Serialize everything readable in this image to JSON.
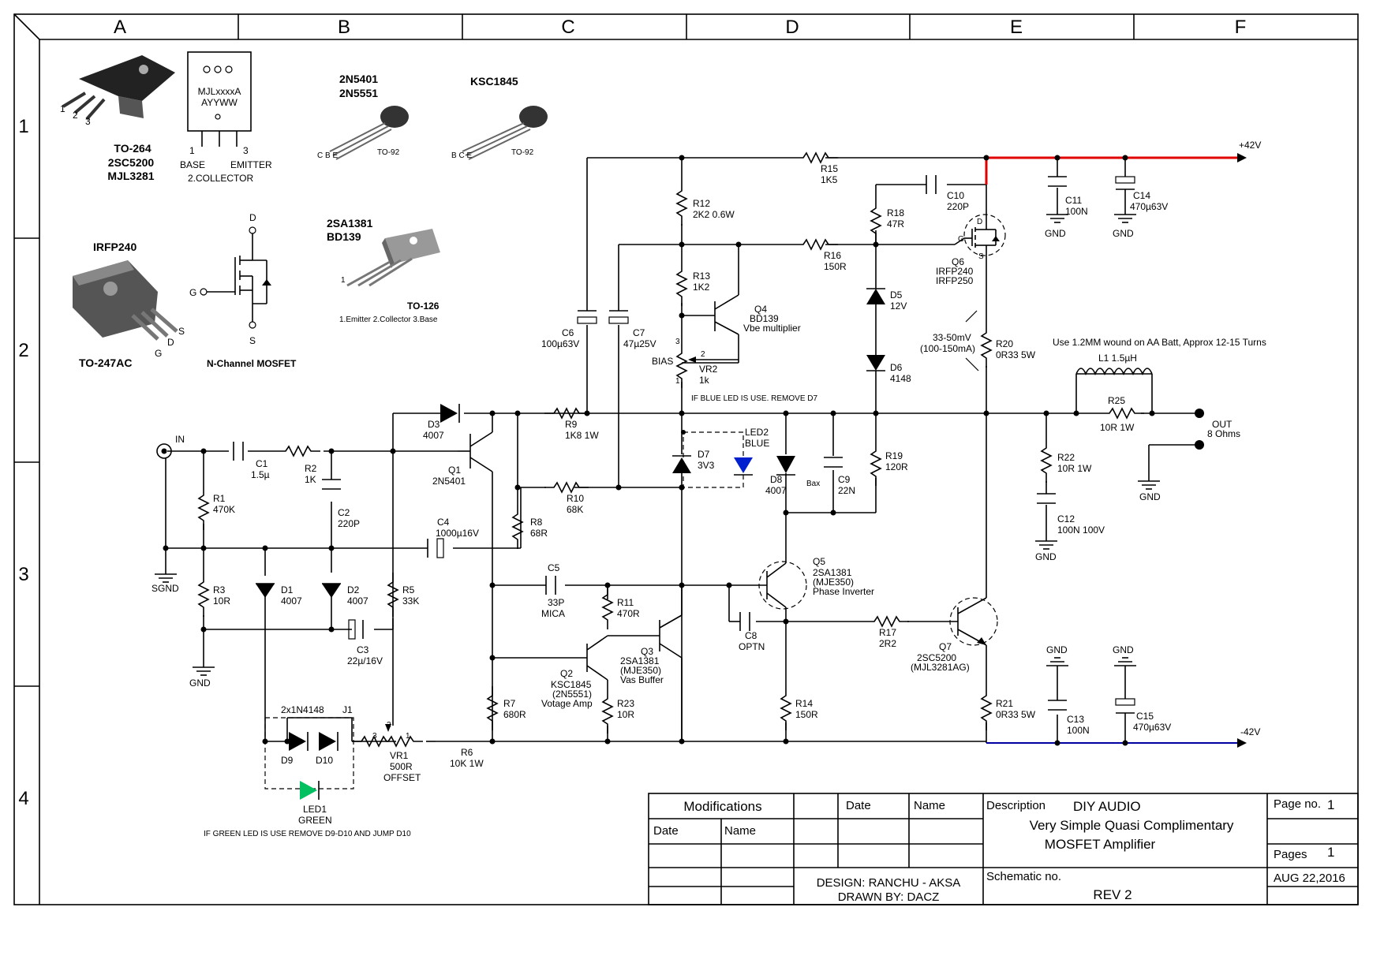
{
  "frame": {
    "columns": [
      "A",
      "B",
      "C",
      "D",
      "E",
      "F"
    ],
    "rows": [
      "1",
      "2",
      "3",
      "4"
    ]
  },
  "packages": {
    "to264": {
      "title": "TO-264",
      "line1": "2SC5200",
      "line2": "MJL3281",
      "pin_numbers": [
        "1",
        "2",
        "3"
      ],
      "chip_text1": "MJLxxxxA",
      "chip_text2": "AYYWW",
      "base": "BASE",
      "emitter": "EMITTER",
      "collector": "2.COLLECTOR",
      "base_num": "1",
      "emitter_num": "3"
    },
    "to92a": {
      "title1": "2N5401",
      "title2": "2N5551",
      "pkg": "TO-92",
      "pins": "C B E"
    },
    "to92b": {
      "title": "KSC1845",
      "pkg": "TO-92",
      "pins": "B C E"
    },
    "irfp": {
      "title": "IRFP240",
      "pkg": "TO-247AC",
      "g": "G",
      "d": "D",
      "s": "S"
    },
    "mosfet_sym": {
      "caption": "N-Channel MOSFET",
      "g": "G",
      "d": "D",
      "s": "S"
    },
    "to126": {
      "title1": "2SA1381",
      "title2": "BD139",
      "pkg": "TO-126",
      "pinout": "1.Emitter  2.Collector  3.Base",
      "pin1": "1"
    }
  },
  "components": {
    "in": "IN",
    "sgnd": "SGND",
    "gnd": "GND",
    "c1": [
      "C1",
      "1.5µ"
    ],
    "r2": [
      "R2",
      "1K"
    ],
    "r1": [
      "R1",
      "470K"
    ],
    "c2": [
      "C2",
      "220P"
    ],
    "c4": [
      "C4",
      "1000µ16V"
    ],
    "r3": [
      "R3",
      "10R"
    ],
    "d1": [
      "D1",
      "4007"
    ],
    "d2": [
      "D2",
      "4007"
    ],
    "c3": [
      "C3",
      "22µ/16V"
    ],
    "r5": [
      "R5",
      "33K"
    ],
    "d3": [
      "D3",
      "4007"
    ],
    "q1": [
      "Q1",
      "2N5401"
    ],
    "r8": [
      "R8",
      "68R"
    ],
    "r9": [
      "R9",
      "1K8 1W"
    ],
    "r10": [
      "R10",
      "68K"
    ],
    "r7": [
      "R7",
      "680R"
    ],
    "c5": [
      "C5",
      "33P",
      "MICA"
    ],
    "r11": [
      "R11",
      "470R"
    ],
    "q2": [
      "Q2",
      "KSC1845",
      "(2N5551)",
      "Votage Amp"
    ],
    "r23": [
      "R23",
      "10R"
    ],
    "q3": [
      "Q3",
      "2SA1381",
      "(MJE350)",
      "Vas Buffer"
    ],
    "d9": "D9",
    "d10": "D10",
    "diodes": "2x1N4148",
    "j1": "J1",
    "led1": [
      "LED1",
      "GREEN"
    ],
    "green_note": "IF GREEN LED IS USE  REMOVE D9-D10 AND JUMP D10",
    "vr1": [
      "VR1",
      "500R",
      "OFFSET"
    ],
    "vr1_pins": [
      "3",
      "2",
      "1"
    ],
    "r6": [
      "R6",
      "10K 1W"
    ],
    "c6": [
      "C6",
      "100µ63V"
    ],
    "c7": [
      "C7",
      "47µ25V"
    ],
    "r12": [
      "R12",
      "2K2 0.6W"
    ],
    "r13": [
      "R13",
      "1K2"
    ],
    "q4": [
      "Q4",
      "BD139",
      "Vbe multiplier"
    ],
    "bias": "BIAS",
    "vr2": [
      "VR2",
      "1k"
    ],
    "vr2_pins": [
      "3",
      "2",
      "1"
    ],
    "blue_note": "IF BLUE LED IS USE.  REMOVE D7",
    "d7": [
      "D7",
      "3V3"
    ],
    "led2": [
      "LED2",
      "BLUE"
    ],
    "r15": [
      "R15",
      "1K5"
    ],
    "r16": [
      "R16",
      "150R"
    ],
    "r18": [
      "R18",
      "47R"
    ],
    "c10": [
      "C10",
      "220P"
    ],
    "d5": [
      "D5",
      "12V"
    ],
    "d6": [
      "D6",
      "4148"
    ],
    "d8": [
      "D8",
      "4007"
    ],
    "bax": "Bax",
    "c9": [
      "C9",
      "22N"
    ],
    "r19": [
      "R19",
      "120R"
    ],
    "q5": [
      "Q5",
      "2SA1381",
      "(MJE350)",
      "Phase Inverter"
    ],
    "c8": [
      "C8",
      "OPTN"
    ],
    "r14": [
      "R14",
      "150R"
    ],
    "r17": [
      "R17",
      "2R2"
    ],
    "q6": [
      "Q6",
      "IRFP240",
      "IRFP250"
    ],
    "q6_pins": [
      "D",
      "G",
      "S"
    ],
    "vmeas": [
      "33-50mV",
      "(100-150mA)"
    ],
    "r20": [
      "R20",
      "0R33 5W"
    ],
    "q7": [
      "Q7",
      "2SC5200",
      "(MJL3281AG)"
    ],
    "r21": [
      "R21",
      "0R33 5W"
    ],
    "c11": [
      "C11",
      "100N"
    ],
    "c14": [
      "C14",
      "470µ63V"
    ],
    "c13": [
      "C13",
      "100N"
    ],
    "c15": [
      "C15",
      "470µ63V"
    ],
    "l1_note": "Use 1.2MM wound on AA Batt, Approx 12-15 Turns",
    "l1": "L1 1.5µH",
    "r25": [
      "R25",
      "10R 1W"
    ],
    "out": [
      "OUT",
      "8 Ohms"
    ],
    "r22": [
      "R22",
      "10R 1W"
    ],
    "c12": [
      "C12",
      "100N 100V"
    ],
    "pos_rail": "+42V",
    "neg_rail": "-42V"
  },
  "title_block": {
    "modifications": "Modifications",
    "date": "Date",
    "name": "Name",
    "description_label": "Description",
    "company": "DIY AUDIO",
    "desc1": "Very Simple Quasi Complimentary",
    "desc2": "MOSFET Amplifier",
    "page_no_label": "Page no.",
    "page_no": "1",
    "pages_label": "Pages",
    "pages": "1",
    "design": "DESIGN: RANCHU - AKSA",
    "drawn": "DRAWN BY: DACZ",
    "schematic_no_label": "Schematic no.",
    "rev": "REV 2",
    "date_value": "AUG 22,2016"
  },
  "colors": {
    "rail_pos": "#e00000",
    "rail_neg": "#0000a0",
    "led_green": "#00c060",
    "led_blue": "#0020d0",
    "wire": "#000000"
  }
}
